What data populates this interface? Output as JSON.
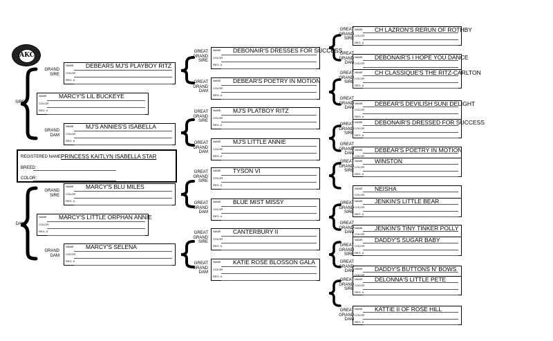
{
  "labels": {
    "name": "NAME",
    "color": "COLOR",
    "reg": "REG. #",
    "sire": "SIRE",
    "dam": "DAM",
    "grand_sire": "GRAND SIRE",
    "grand_dam": "GRAND DAM",
    "great_grand_sire": "GREAT GRAND SIRE",
    "great_grand_dam": "GREAT GRAND DAM"
  },
  "logo": {
    "text": "AKC"
  },
  "registered": {
    "name_label": "REGISTERED NAME:",
    "name_value": "PRINCESS KAITLYN ISABELLA STAR",
    "breed_label": "BREED:",
    "color_label": "COLOR:"
  },
  "gen1": [
    "MARCY'S LIL BUCKEYE",
    "MARCY'S LITTLE ORPHAN ANNIE"
  ],
  "gen2": [
    "DEBEARS MJ'S PLAYBOY RITZ",
    "MJ'S ANNIES'S ISABELLA",
    "MARCY'S BLU MILES",
    "MARCY'S SELENA"
  ],
  "gen3": [
    "DEBONAIR'S DRESSES FOR SUCCESS",
    "DEBEAR'S POETRY IN MOTION",
    "MJ'S PLATBOY RITZ",
    "MJ'S LITTLE ANNIE",
    "TYSON VI",
    "BLUE MIST MISSY",
    "CANTERBURY II",
    "KATIE ROSE BLOSSON GALA"
  ],
  "gen4": [
    "CH LAZRON'S RERUN OF ROTHBY",
    "DEBONAIR'S I HOPE YOU DANCE",
    "CH CLASSIQUE'S THE RITZ-CARLTON",
    "DEBEAR'S DEVILISH SUNI DELIGHT",
    "DEBONAIR'S DRESSED FOR SUCCESS",
    "DEBEAR'S POETRY IN MOTION",
    "WINSTON",
    "NEISHA",
    "JENKIN'S LITTLE BEAR",
    "JENKIN'S TINY TINKER POLLY",
    "DADDY'S SUGAR BABY",
    "DADDY'S BUTTONS N' BOWS",
    "DELONNA'S LITTLE PETE",
    "KATTIE II OF ROSE HILL"
  ]
}
